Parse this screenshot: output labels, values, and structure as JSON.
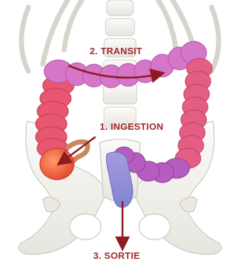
{
  "labels": {
    "transit": "2. TRANSIT",
    "ingestion": "1. INGESTION",
    "sortie": "3. SORTIE"
  },
  "colors": {
    "label_text": "#a3262c",
    "arrow": "#8e1b22",
    "ascending_colon": "#e8566f",
    "transverse_colon": "#d676c8",
    "descending_colon": "#e45e84",
    "sigmoid_colon": "#b55cc0",
    "rectum": "#8a86d6",
    "cecum": "#ef5a3a",
    "appendix": "#c98a5a",
    "bone": "#f2f1ec",
    "bone_outline": "#c9c8c0"
  }
}
